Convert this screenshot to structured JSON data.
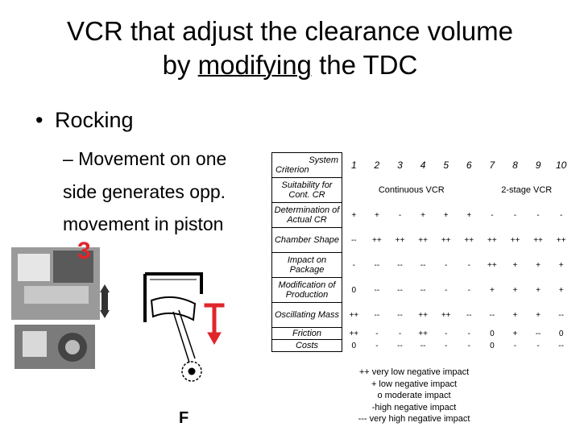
{
  "slide": {
    "title_line1": "VCR that adjust the clearance volume",
    "title_line2_pre": "by ",
    "title_line2_underlined": "modifying",
    "title_line2_post": " the TDC",
    "bullet": "Rocking",
    "bullet_dot": "•",
    "sub_line1": "– Movement on one",
    "sub_line2": "side generates opp.",
    "sub_line3": "movement in piston",
    "figure_number": "3",
    "figure_letter": "F"
  },
  "table": {
    "header_system": "System",
    "header_criterion": "Criterion",
    "columns": [
      "1",
      "2",
      "3",
      "4",
      "5",
      "6",
      "7",
      "8",
      "9",
      "10"
    ],
    "row_suitability": {
      "label": "Suitability for Cont. CR",
      "group_continuous": "Continuous VCR",
      "group_2stage": "2-stage VCR"
    },
    "rows": [
      {
        "label": "Determination of Actual CR",
        "values": [
          "+",
          "+",
          "-",
          "+",
          "+",
          "+",
          "-",
          "-",
          "-",
          "-"
        ]
      },
      {
        "label": "Chamber Shape",
        "values": [
          "--",
          "++",
          "++",
          "++",
          "++",
          "++",
          "++",
          "++",
          "++",
          "++"
        ]
      },
      {
        "label": "Impact on Package",
        "values": [
          "-",
          "--",
          "--",
          "--",
          "-",
          "-",
          "++",
          "+",
          "+",
          "+"
        ]
      },
      {
        "label": "Modification of Production",
        "values": [
          "0",
          "--",
          "--",
          "--",
          "-",
          "-",
          "+",
          "+",
          "+",
          "+"
        ]
      },
      {
        "label": "Oscillating Mass",
        "values": [
          "++",
          "--",
          "--",
          "++",
          "++",
          "--",
          "--",
          "+",
          "+",
          "--"
        ]
      },
      {
        "label": "Friction",
        "values": [
          "++",
          "-",
          "-",
          "++",
          "-",
          "-",
          "0",
          "+",
          "--",
          "0"
        ]
      },
      {
        "label": "Costs",
        "values": [
          "0",
          "-",
          "--",
          "--",
          "-",
          "-",
          "0",
          "-",
          "-",
          "--"
        ]
      }
    ]
  },
  "legend": {
    "line1": "++ very low negative impact",
    "line2": "+ low negative impact",
    "line3": "o moderate impact",
    "line4": "-high negative impact",
    "line5": "--- very high negative impact"
  },
  "colors": {
    "figure_number": "#e0262b",
    "arrow": "#e0262b"
  }
}
